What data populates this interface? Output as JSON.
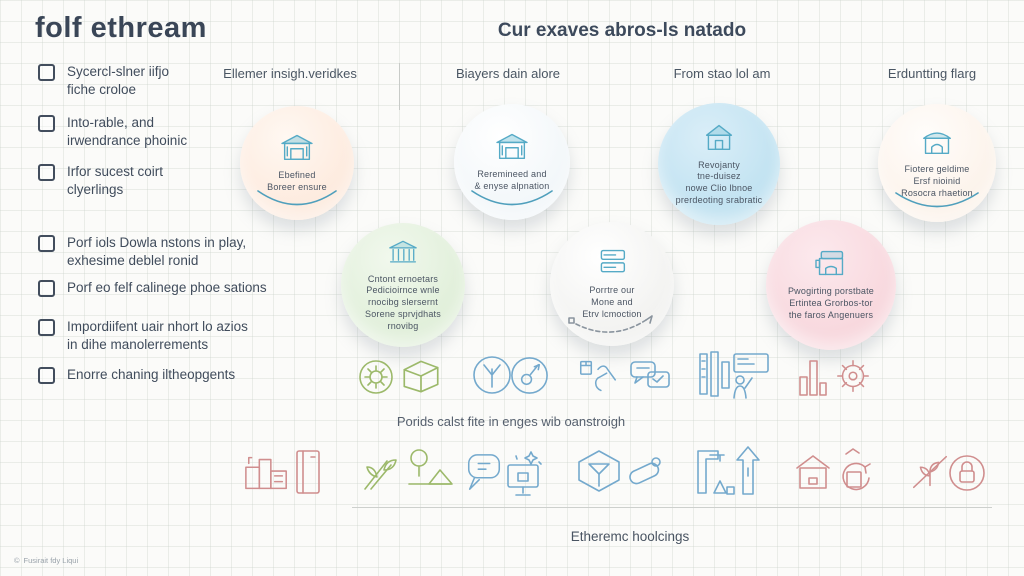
{
  "header": {
    "title": "folf ethream",
    "subtitle": "Cur exaves abros-ls natado"
  },
  "column_headers": [
    "Ellemer insigh.veridkes",
    "Biayers dain alore",
    "From stao lol am",
    "Erduntting flarg"
  ],
  "checklist": [
    {
      "line1": "Sycercl-slner iifjo",
      "line2": "fiche croloe"
    },
    {
      "line1": "Into-rable, and",
      "line2": "irwendrance phoinic"
    },
    {
      "line1": "Irfor sucest coirt",
      "line2": "clyerlings"
    },
    {
      "line1": "Porf iols Dowla nstons in play,",
      "line2": "exhesime deblel ronid"
    },
    {
      "line1": "Porf eo felf calinege phoe sations",
      "line2": ""
    },
    {
      "line1": "Impordiifent uair nhort lo azios",
      "line2": "in dihe manolerrements"
    },
    {
      "line1": "Enorre chaning iltheopgents",
      "line2": ""
    }
  ],
  "bubbles": [
    {
      "icon": "warehouse-icon",
      "bg": "#fdeadd",
      "lines": [
        "Ebefined",
        "Boreer ensure"
      ]
    },
    {
      "icon": "warehouse-icon",
      "bg": "#f1f6f9",
      "lines": [
        "Reremineed and",
        "& enyse alpnation"
      ]
    },
    {
      "icon": "house-icon",
      "bg": "#c0e2f1",
      "lines": [
        "Revojanty",
        "tne-duisez",
        "nowe Clio lbnoe",
        "prerdeoting srabratic"
      ]
    },
    {
      "icon": "arch-building-icon",
      "bg": "#fcf2e9",
      "lines": [
        "Fiotere geldime",
        "Ersf nioinid",
        "Rosocra rhaetion"
      ]
    },
    {
      "icon": "bank-icon",
      "bg": "#e0efd9",
      "lines": [
        "Cntont ernoetars",
        "Pedicioirnce wnle",
        "rnocibg slersernt",
        "Sorene sprvjdhats",
        "rnovibg"
      ]
    },
    {
      "icon": "list-icon",
      "bg": "#f2f2f0",
      "lines": [
        "Porrtre our",
        "Mone and",
        "Etrv lcmoction"
      ]
    },
    {
      "icon": "shop-icon",
      "bg": "#f8d7dd",
      "lines": [
        "Pwogirting porstbate",
        "Ertintea Grorbos-tor",
        "the faros Angenuers"
      ]
    }
  ],
  "captions": {
    "middle": "Porids calst fite in enges wib oanstroigh",
    "bottom": "Etheremc hoolcings"
  },
  "footer": {
    "symbol": "©",
    "text": "Fusirait fdy Liqui"
  },
  "icon_rows": {
    "middle": [
      "gear-circle-icon",
      "box-3d-icon",
      "branch-circle-icon",
      "compass-circle-icon",
      "hand-box-icon",
      "chat-bubbles-icon",
      "bars-icon",
      "presentation-icon",
      "bar-chart-icon",
      "gear-icon"
    ],
    "bottom": [
      "factory-icon",
      "book-icon",
      "plant-tools-icon",
      "tree-mound-icon",
      "search-bubble-icon",
      "monitor-sparkle-icon",
      "hexagon-cube-icon",
      "pen-capsule-icon",
      "caliper-icon",
      "arrow-up-icon",
      "house-icon",
      "recycle-box-icon",
      "no-plant-icon",
      "lock-circle-icon"
    ]
  },
  "colors": {
    "text": "#3e4a5a",
    "teal_icon": "#55aac6",
    "blue_icon": "#74a9cd",
    "green_icon": "#9cb96a",
    "red_icon": "#d08e8e",
    "bubble_peach": "#fdeadd",
    "bubble_white": "#f1f6f9",
    "bubble_blue": "#c0e2f1",
    "bubble_cream": "#fcf2e9",
    "bubble_green": "#e0efd9",
    "bubble_gray": "#f2f2f0",
    "bubble_pink": "#f8d7dd"
  }
}
